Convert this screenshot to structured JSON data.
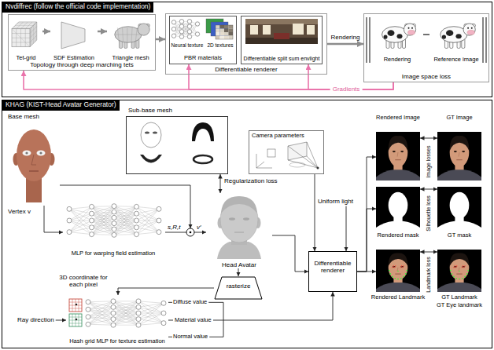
{
  "diagram": {
    "nodes": [
      {
        "text": [
          "Nvdiffrec (follow the official code implementation)"
        ]
      },
      {
        "text": [
          "Topology through deep marching tets"
        ],
        "in": 0
      },
      {
        "text": [
          "Tet-grid"
        ],
        "in": 1
      },
      {
        "text": [
          "SDF Estimation"
        ],
        "in": 1
      },
      {
        "text": [
          "Triangle mesh"
        ],
        "in": 1
      },
      {
        "text": [
          "Differentiable renderer"
        ],
        "in": 0
      },
      {
        "text": [
          "Neural texture",
          "2D textures",
          "PBR materials"
        ],
        "in": 5
      },
      {
        "text": [
          "Differentiable split sum envlight"
        ],
        "in": 5
      },
      {
        "text": [
          "Image space loss"
        ],
        "in": 0
      },
      {
        "text": [
          "Rendering"
        ],
        "in": 8
      },
      {
        "text": [
          "Reference image"
        ],
        "in": 8
      },
      {
        "text": [
          "KHAG (KIST-Head Avatar Generator)"
        ]
      },
      {
        "text": [
          "Base mesh"
        ],
        "in": 11
      },
      {
        "text": [
          "Sub-base mesh"
        ],
        "in": 11
      },
      {
        "text": [
          "MLP for warping field estimation"
        ],
        "in": 11
      },
      {
        "text": [
          "Head Avatar"
        ],
        "in": 11
      },
      {
        "text": [
          "Camera parameters"
        ],
        "in": 11
      },
      {
        "text": [
          "rasterize"
        ],
        "in": 11
      },
      {
        "text": [
          "Differentiable renderer"
        ],
        "in": 11
      },
      {
        "text": [
          "Hash grid MLP for texture estimation"
        ],
        "in": 11
      },
      {
        "text": [
          "Rendered Image"
        ],
        "in": 11
      },
      {
        "text": [
          "GT Image"
        ],
        "in": 11
      },
      {
        "text": [
          "Rendered mask"
        ],
        "in": 11
      },
      {
        "text": [
          "GT mask"
        ],
        "in": 11
      },
      {
        "text": [
          "Rendered Landmark"
        ],
        "in": 11
      },
      {
        "text": [
          "GT Landmark",
          "GT Eye landmark"
        ],
        "in": 11
      }
    ],
    "edges": [
      {
        "from": 2,
        "to": 3,
        "arrow": "to"
      },
      {
        "from": 3,
        "to": 4,
        "arrow": "to"
      },
      {
        "from": 1,
        "to": 5,
        "arrow": "to"
      },
      {
        "from": 5,
        "to": 8,
        "label": "Rendering",
        "arrow": "to"
      },
      {
        "from": 8,
        "to": 1,
        "label": "Gradients",
        "arrow": "to"
      },
      {
        "from": 8,
        "to": 6,
        "arrow": "to"
      },
      {
        "from": 8,
        "to": 7,
        "arrow": "to"
      },
      {
        "from": 12,
        "to": 14,
        "arrow": "to"
      },
      {
        "from": 14,
        "to": 15,
        "arrow": "to"
      },
      {
        "from": 13,
        "to": 15,
        "label": "Regularization loss",
        "arrow": "both"
      },
      {
        "from": 16,
        "to": 18,
        "arrow": "to"
      },
      {
        "from": 15,
        "to": 18,
        "arrow": "to"
      },
      {
        "from": 15,
        "to": 17,
        "arrow": "to"
      },
      {
        "from": 17,
        "to": 19,
        "arrow": "to"
      },
      {
        "from": 19,
        "to": 18,
        "arrow": "to"
      },
      {
        "from": 20,
        "to": 21,
        "label": "Image losses",
        "arrow": "both"
      },
      {
        "from": 22,
        "to": 23,
        "label": "Silhouette loss",
        "arrow": "both"
      },
      {
        "from": 24,
        "to": 25,
        "label": "Landmark loss",
        "arrow": "both"
      },
      {
        "from": 18,
        "to": 20,
        "arrow": "to"
      },
      {
        "from": 18,
        "to": 22,
        "arrow": "to"
      },
      {
        "from": 18,
        "to": 24,
        "arrow": "to"
      }
    ],
    "labels": [
      "Vertex v",
      "s,R,t",
      "v′",
      "Uniform light",
      "3D coordinate for each pixel",
      "Ray direction",
      "Diffuse value",
      "Material value",
      "Normal value"
    ]
  }
}
